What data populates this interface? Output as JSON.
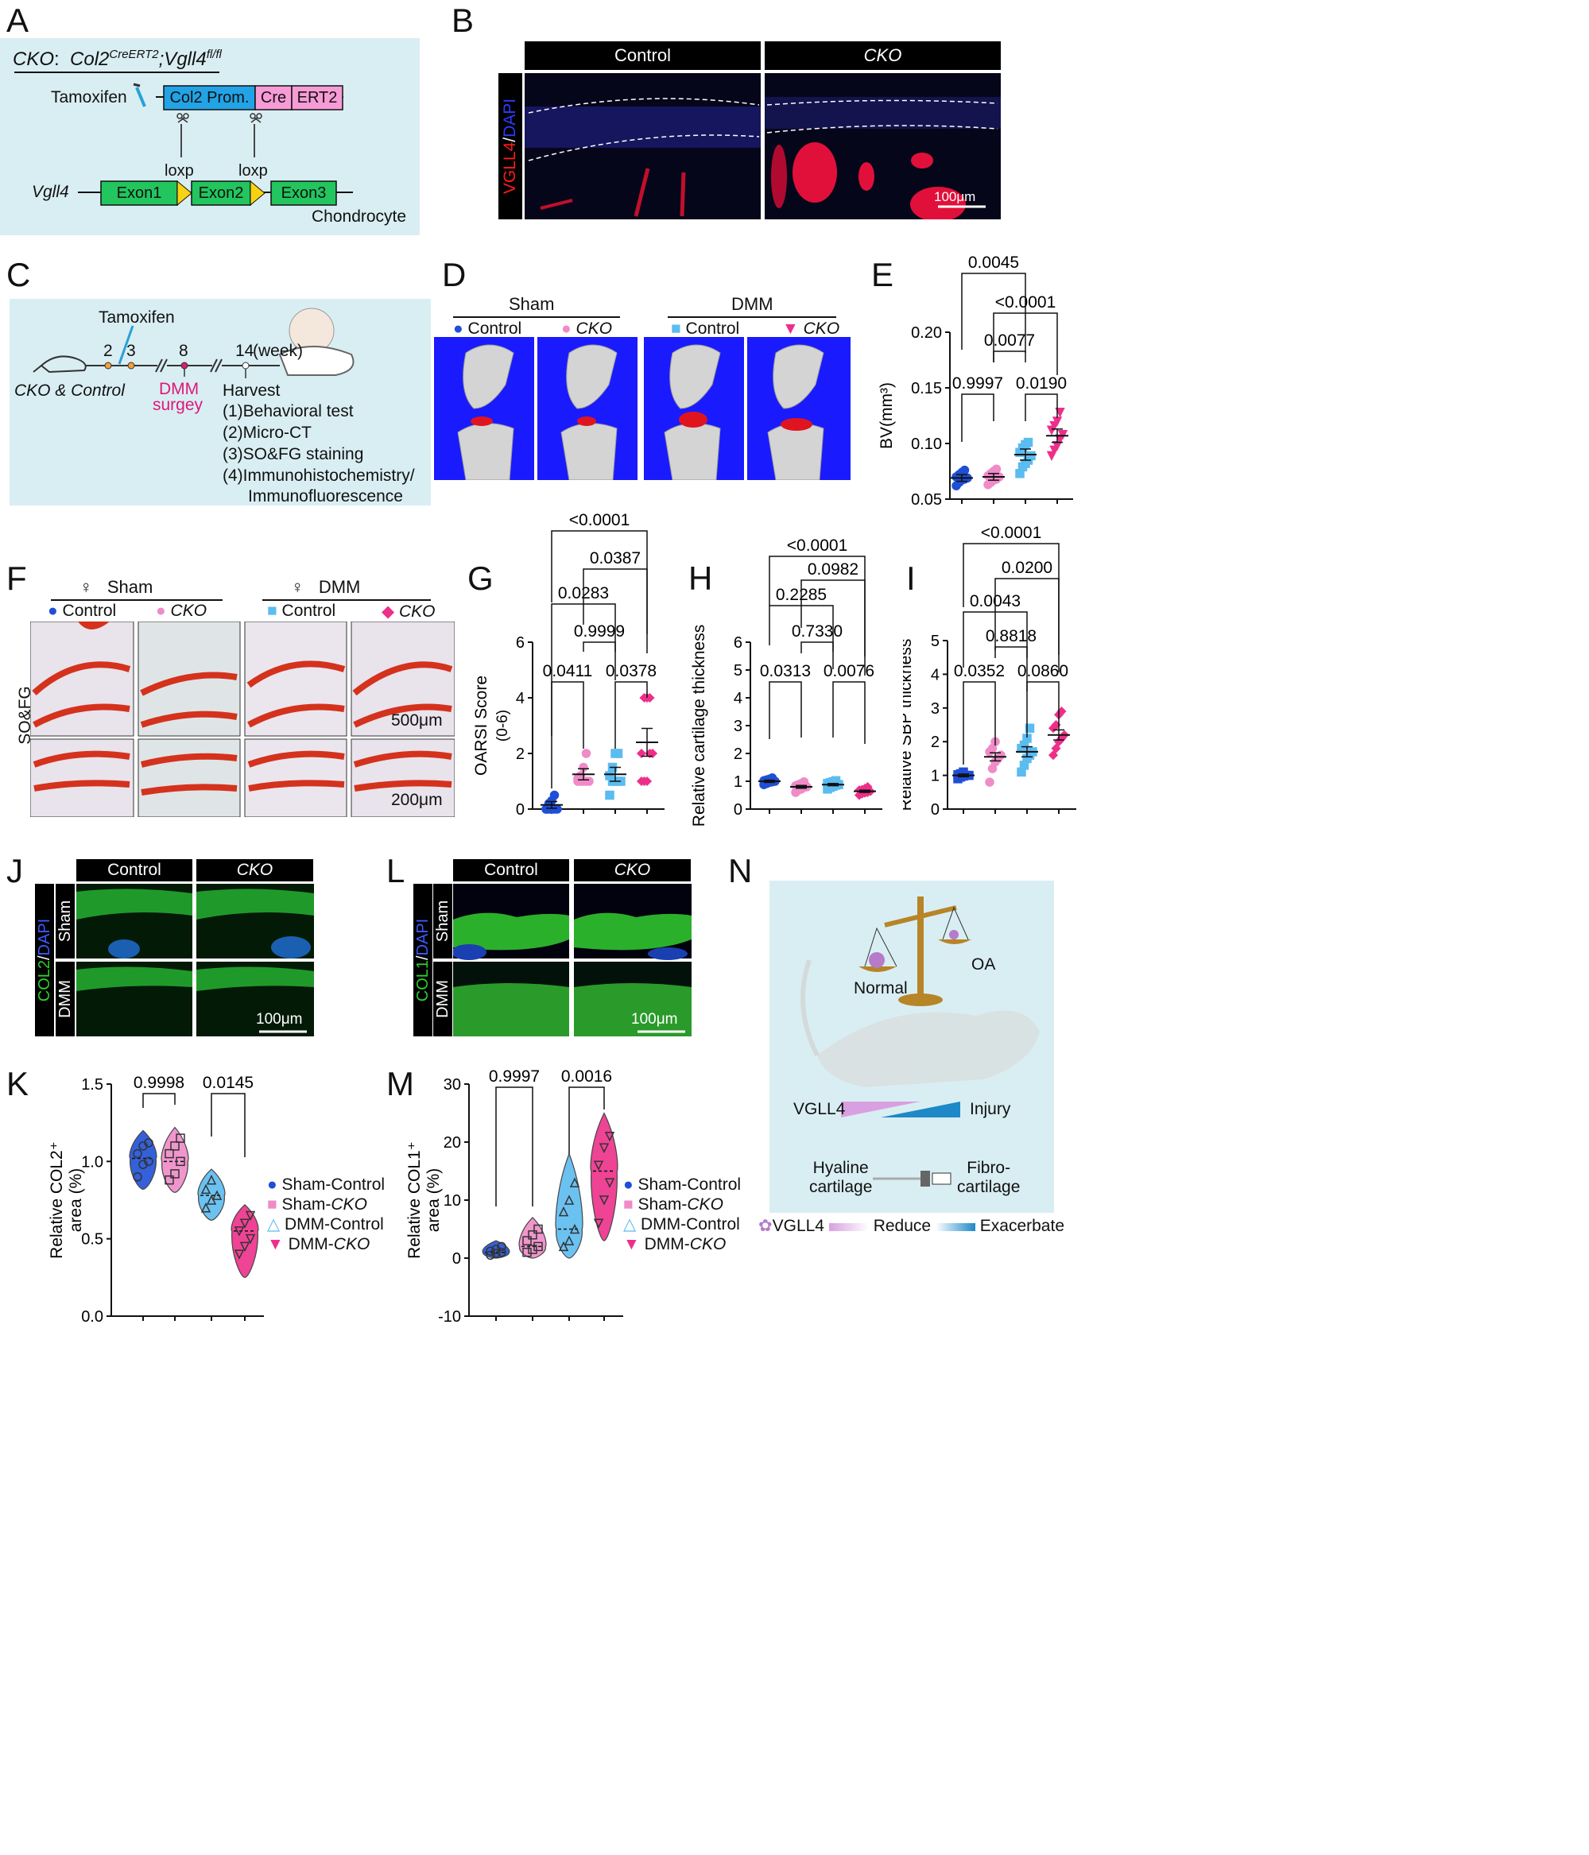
{
  "labels": {
    "A": "A",
    "B": "B",
    "C": "C",
    "D": "D",
    "E": "E",
    "F": "F",
    "G": "G",
    "H": "H",
    "I": "I",
    "J": "J",
    "K": "K",
    "L": "L",
    "M": "M",
    "N": "N"
  },
  "panelA": {
    "cko_prefix": "CKO",
    "genotype_sep": ":",
    "col2": "Col2",
    "creert2_sup": "CreERT2",
    "vgll4_sep": ";Vgll4",
    "flfl_sup": "fl/fl",
    "tamoxifen": "Tamoxifen",
    "promoter": "Col2 Prom.",
    "cre": "Cre",
    "ert2": "ERT2",
    "loxp1": "loxp",
    "loxp2": "loxp",
    "gene": "Vgll4",
    "exon1": "Exon1",
    "exon2": "Exon2",
    "exon3": "Exon3",
    "cell": "Chondrocyte"
  },
  "panelB": {
    "control": "Control",
    "cko": "CKO",
    "stain_vgll4": "VGLL4",
    "stain_sep": "/",
    "stain_dapi": "DAPI",
    "scale": "100μm"
  },
  "panelC": {
    "tamoxifen": "Tamoxifen",
    "weeks": [
      "2",
      "3",
      "8",
      "14"
    ],
    "week_unit": "(week)",
    "groups": "CKO & Control",
    "dmm1": "DMM",
    "dmm2": "surgey",
    "harvest": "Harvest",
    "steps": [
      "(1)Behavioral test",
      "(2)Micro-CT",
      "(3)SO&FG staining",
      "(4)Immunohistochemistry/",
      "Immunofluorescence"
    ]
  },
  "panelD": {
    "sham": "Sham",
    "dmm": "DMM",
    "legend": [
      "Control",
      "CKO",
      "Control",
      "CKO"
    ]
  },
  "panelF": {
    "sham": "Sham",
    "dmm": "DMM",
    "female": "♀",
    "legend": [
      "Control",
      "CKO",
      "Control",
      "CKO"
    ],
    "row_label": "SO&FG",
    "scale1": "500μm",
    "scale2": "200μm"
  },
  "panelJ": {
    "control": "Control",
    "cko": "CKO",
    "sham": "Sham",
    "dmm": "DMM",
    "stain_col2": "COL2",
    "stain_sep": "/",
    "stain_dapi": "DAPI",
    "scale": "100μm"
  },
  "panelL": {
    "control": "Control",
    "cko": "CKO",
    "sham": "Sham",
    "dmm": "DMM",
    "stain_col1": "COL1",
    "stain_sep": "/",
    "stain_dapi": "DAPI",
    "scale": "100μm"
  },
  "panelN": {
    "normal": "Normal",
    "oa": "OA",
    "vgll4": "VGLL4",
    "injury": "Injury",
    "hyaline1": "Hyaline",
    "hyaline2": "cartilage",
    "fibro1": "Fibro-",
    "fibro2": "cartilage",
    "leg_vgll4": "VGLL4",
    "leg_reduce": "Reduce",
    "leg_exacerbate": "Exacerbate"
  },
  "legendKM": [
    "Sham-Control",
    "Sham-",
    "CKO",
    "DMM-Control",
    "DMM-",
    "CKO"
  ],
  "colors": {
    "control_sham": "#1f4fd6",
    "cko_sham": "#f08bc8",
    "control_dmm": "#5bbcf0",
    "cko_dmm": "#ee2f8a",
    "green_box": "#22c55e",
    "blue_box": "#22a3e6",
    "pink_box": "#f79bd6",
    "panel_bg": "#d9eef3",
    "micro_bg": "#1a1aff"
  },
  "chart_data": [
    {
      "panel": "E",
      "type": "scatter",
      "ylabel": "BV(mm³)",
      "ylim": [
        0.05,
        0.2
      ],
      "yticks": [
        "0.05",
        "0.10",
        "0.15",
        "0.20"
      ],
      "categories": [
        "Sham-Control",
        "Sham-CKO",
        "DMM-Control",
        "DMM-CKO"
      ],
      "means": [
        0.069,
        0.07,
        0.09,
        0.107
      ],
      "sems": [
        0.003,
        0.003,
        0.005,
        0.006
      ],
      "points": [
        [
          0.062,
          0.065,
          0.067,
          0.068,
          0.069,
          0.07,
          0.072,
          0.074,
          0.076
        ],
        [
          0.063,
          0.065,
          0.067,
          0.068,
          0.07,
          0.071,
          0.073,
          0.075,
          0.077
        ],
        [
          0.073,
          0.079,
          0.082,
          0.085,
          0.089,
          0.092,
          0.096,
          0.099,
          0.101
        ],
        [
          0.089,
          0.094,
          0.098,
          0.104,
          0.108,
          0.112,
          0.116,
          0.12,
          0.128
        ]
      ],
      "pvalues": [
        {
          "pair": [
            0,
            1
          ],
          "p": "0.9997"
        },
        {
          "pair": [
            2,
            3
          ],
          "p": "0.0190"
        },
        {
          "pair": [
            1,
            2
          ],
          "p": "0.0077"
        },
        {
          "pair": [
            1,
            3
          ],
          "p": "<0.0001"
        },
        {
          "pair": [
            0,
            2
          ],
          "p": "0.0045"
        }
      ]
    },
    {
      "panel": "G",
      "type": "scatter",
      "ylabel": "OARSI Score",
      "ylabel2": "(0-6)",
      "ylim": [
        0,
        6
      ],
      "yticks": [
        "0",
        "2",
        "4",
        "6"
      ],
      "categories": [
        "Sham-Control",
        "Sham-CKO",
        "DMM-Control",
        "DMM-CKO"
      ],
      "means": [
        0.15,
        1.25,
        1.25,
        2.4
      ],
      "sems": [
        0.12,
        0.2,
        0.25,
        0.5
      ],
      "points": [
        [
          0,
          0,
          0,
          0,
          0,
          0,
          0.2,
          0.3,
          0.5
        ],
        [
          1,
          1,
          1,
          1,
          1,
          1.1,
          1.2,
          1.5,
          2
        ],
        [
          0.5,
          1,
          1,
          1,
          1,
          1.2,
          1.5,
          2,
          2
        ],
        [
          1,
          1,
          1,
          2,
          2,
          2,
          4,
          4,
          4
        ]
      ],
      "pvalues": [
        {
          "pair": [
            0,
            1
          ],
          "p": "0.0411"
        },
        {
          "pair": [
            2,
            3
          ],
          "p": "0.0378"
        },
        {
          "pair": [
            1,
            2
          ],
          "p": "0.9999"
        },
        {
          "pair": [
            0,
            2
          ],
          "p": "0.0283"
        },
        {
          "pair": [
            1,
            3
          ],
          "p": "0.0387"
        },
        {
          "pair": [
            0,
            3
          ],
          "p": "<0.0001"
        }
      ]
    },
    {
      "panel": "H",
      "type": "scatter",
      "ylabel": "Relative cartilage  thickness",
      "ylim": [
        0,
        6
      ],
      "yticks": [
        "0",
        "1",
        "2",
        "3",
        "4",
        "5",
        "6"
      ],
      "categories": [
        "Sham-Control",
        "Sham-CKO",
        "DMM-Control",
        "DMM-CKO"
      ],
      "means": [
        1.0,
        0.8,
        0.88,
        0.64
      ],
      "sems": [
        0.04,
        0.05,
        0.04,
        0.04
      ],
      "points": [
        [
          0.88,
          0.92,
          0.96,
          0.98,
          1.0,
          1.02,
          1.05,
          1.08,
          1.12
        ],
        [
          0.6,
          0.68,
          0.72,
          0.78,
          0.8,
          0.84,
          0.88,
          0.92,
          0.98
        ],
        [
          0.72,
          0.78,
          0.82,
          0.86,
          0.88,
          0.92,
          0.95,
          0.98,
          1.02
        ],
        [
          0.5,
          0.55,
          0.58,
          0.6,
          0.64,
          0.68,
          0.7,
          0.74,
          0.8
        ]
      ],
      "pvalues": [
        {
          "pair": [
            0,
            1
          ],
          "p": "0.0313"
        },
        {
          "pair": [
            2,
            3
          ],
          "p": "0.0076"
        },
        {
          "pair": [
            1,
            2
          ],
          "p": "0.7330"
        },
        {
          "pair": [
            0,
            2
          ],
          "p": "0.2285"
        },
        {
          "pair": [
            1,
            3
          ],
          "p": "0.0982"
        },
        {
          "pair": [
            0,
            3
          ],
          "p": "<0.0001"
        }
      ]
    },
    {
      "panel": "I",
      "type": "scatter",
      "ylabel": "Relative SBP thickness",
      "ylim": [
        0,
        5
      ],
      "yticks": [
        "0",
        "1",
        "2",
        "3",
        "4",
        "5"
      ],
      "categories": [
        "Sham-Control",
        "Sham-CKO",
        "DMM-Control",
        "DMM-CKO"
      ],
      "means": [
        1.0,
        1.55,
        1.7,
        2.2
      ],
      "sems": [
        0.04,
        0.12,
        0.15,
        0.15
      ],
      "points": [
        [
          0.9,
          0.95,
          0.98,
          1.0,
          1.0,
          1.02,
          1.05,
          1.1
        ],
        [
          0.8,
          1.2,
          1.4,
          1.5,
          1.6,
          1.7,
          1.8,
          2.0
        ],
        [
          1.1,
          1.3,
          1.5,
          1.6,
          1.7,
          1.8,
          1.9,
          2.1,
          2.4
        ],
        [
          1.6,
          1.8,
          2.0,
          2.1,
          2.2,
          2.4,
          2.5,
          2.8,
          2.9
        ]
      ],
      "pvalues": [
        {
          "pair": [
            0,
            1
          ],
          "p": "0.0352"
        },
        {
          "pair": [
            2,
            3
          ],
          "p": "0.0860"
        },
        {
          "pair": [
            1,
            2
          ],
          "p": "0.8818"
        },
        {
          "pair": [
            0,
            2
          ],
          "p": "0.0043"
        },
        {
          "pair": [
            1,
            3
          ],
          "p": "0.0200"
        },
        {
          "pair": [
            0,
            3
          ],
          "p": "<0.0001"
        }
      ]
    },
    {
      "panel": "K",
      "type": "violin",
      "ylabel": "Relative COL2⁺",
      "ylabel2": "area (%)",
      "ylim": [
        0,
        1.5
      ],
      "yticks": [
        "0.0",
        "0.5",
        "1.0",
        "1.5"
      ],
      "categories": [
        "Sham-Control",
        "Sham-CKO",
        "DMM-Control",
        "DMM-CKO"
      ],
      "medians": [
        1.02,
        1.0,
        0.78,
        0.55
      ],
      "ranges": [
        [
          0.82,
          1.2
        ],
        [
          0.8,
          1.22
        ],
        [
          0.62,
          0.95
        ],
        [
          0.25,
          0.72
        ]
      ],
      "points": [
        [
          0.9,
          0.98,
          1.0,
          1.05,
          1.1,
          1.12
        ],
        [
          0.88,
          0.92,
          1.0,
          1.05,
          1.1,
          1.15
        ],
        [
          0.7,
          0.75,
          0.78,
          0.82,
          0.88
        ],
        [
          0.4,
          0.45,
          0.5,
          0.55,
          0.6,
          0.65
        ]
      ],
      "pvalues": [
        {
          "pair": [
            0,
            1
          ],
          "p": "0.9998"
        },
        {
          "pair": [
            2,
            3
          ],
          "p": "0.0145"
        }
      ]
    },
    {
      "panel": "M",
      "type": "violin",
      "ylabel": "Relative COL1⁺",
      "ylabel2": "area (%)",
      "ylim": [
        -10,
        30
      ],
      "yticks": [
        "-10",
        "0",
        "10",
        "20",
        "30"
      ],
      "categories": [
        "Sham-Control",
        "Sham-CKO",
        "DMM-Control",
        "DMM-CKO"
      ],
      "medians": [
        1,
        2,
        5,
        15
      ],
      "ranges": [
        [
          0,
          3
        ],
        [
          0,
          7
        ],
        [
          0,
          18
        ],
        [
          3,
          25
        ]
      ],
      "points": [
        [
          0.5,
          0.8,
          1,
          1.2,
          1.5,
          2
        ],
        [
          1,
          1.5,
          2,
          3,
          4,
          5
        ],
        [
          2,
          3,
          5,
          8,
          10,
          13
        ],
        [
          6,
          10,
          13,
          16,
          19,
          21
        ]
      ],
      "pvalues": [
        {
          "pair": [
            0,
            1
          ],
          "p": "0.9997"
        },
        {
          "pair": [
            2,
            3
          ],
          "p": "0.0016"
        }
      ]
    }
  ]
}
